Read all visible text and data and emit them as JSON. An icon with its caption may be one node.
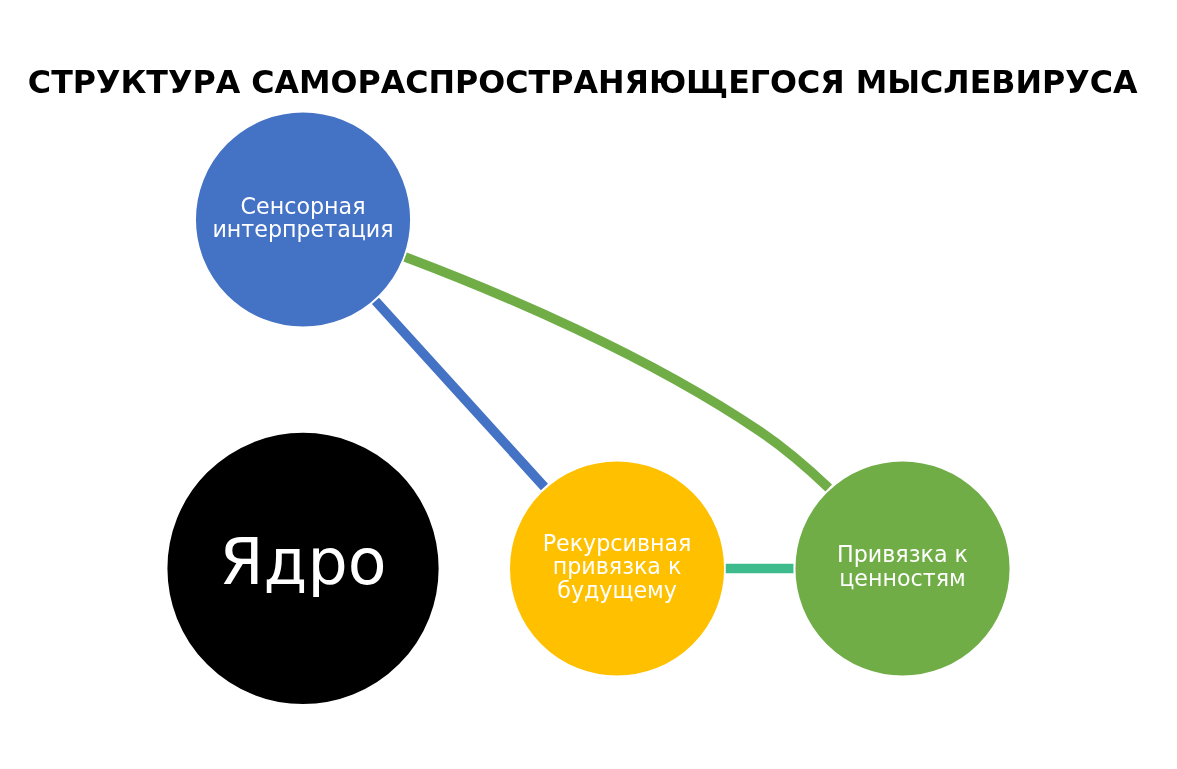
{
  "diagram": {
    "title": "СТРУКТУРА САМОРАСПРОСТРАНЯЮЩЕГОСЯ МЫСЛЕВИРУСА",
    "nodes": [
      {
        "text": [
          "Сенсорная интерпретация"
        ]
      },
      {
        "text": [
          "Ядро"
        ]
      },
      {
        "text": [
          "Привязка к ценностям"
        ]
      },
      {
        "text": [
          "Рекурсивная привязка к будущему"
        ]
      }
    ],
    "edges": [
      {
        "from": 0,
        "to": 3,
        "arrow": "none",
        "color": "#4472c4"
      },
      {
        "from": 3,
        "to": 2,
        "arrow": "none",
        "color": "#3dbb8c"
      },
      {
        "from": 2,
        "to": 0,
        "arrow": "none",
        "color": "#70ad47"
      }
    ]
  }
}
